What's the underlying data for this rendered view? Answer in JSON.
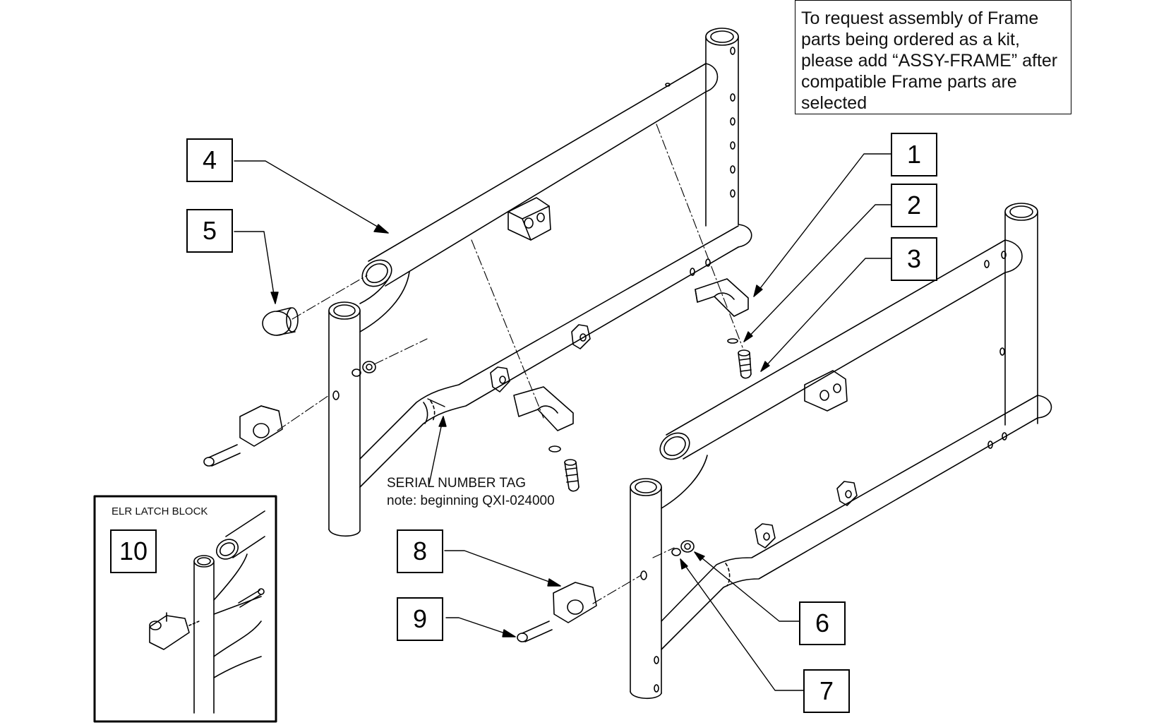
{
  "note": {
    "lines": [
      "To request assembly of Frame",
      "parts being ordered as a kit,",
      "please add “ASSY-FRAME” after",
      "compatible Frame parts are",
      "selected"
    ]
  },
  "callouts": [
    "1",
    "2",
    "3",
    "4",
    "5",
    "6",
    "7",
    "8",
    "9",
    "10"
  ],
  "serial_tag": {
    "line1": "SERIAL NUMBER TAG",
    "line2": "note: beginning QXI-024000"
  },
  "inset": {
    "title": "ELR LATCH BLOCK"
  }
}
